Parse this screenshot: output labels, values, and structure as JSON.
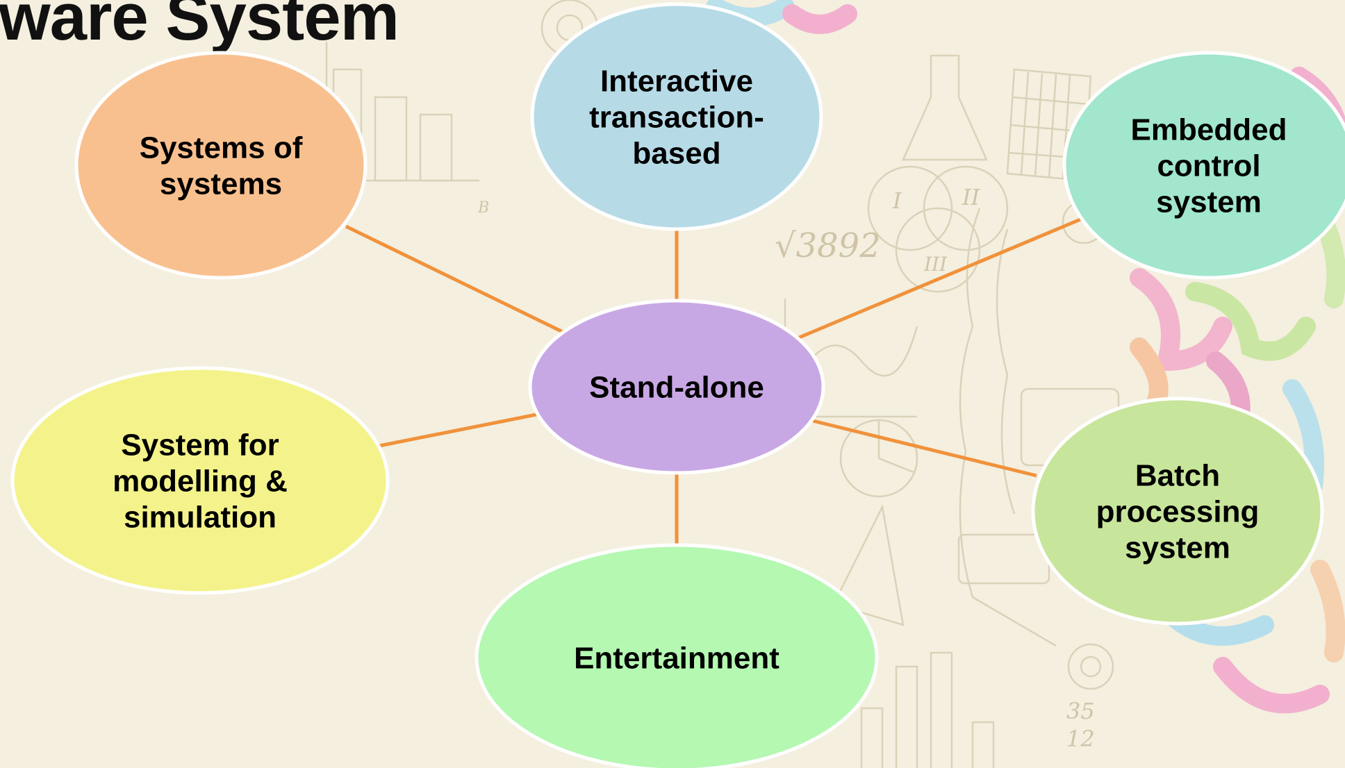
{
  "title": "ftware System",
  "colors": {
    "background": "#f4efdf",
    "edge": "#f0923c",
    "node_stroke": "#ffffff",
    "center": "#c8a8e4",
    "systems_of_systems": "#f9c08f",
    "interactive": "#b6dbe7",
    "embedded": "#a1e6cd",
    "modelling": "#f4f38b",
    "batch": "#c8e59c",
    "entertainment": "#b4f8b2"
  },
  "diagram": {
    "center": {
      "id": "standalone",
      "label": [
        "Stand-alone"
      ]
    },
    "nodes": [
      {
        "id": "systems-of-systems",
        "label": [
          "Systems of",
          "systems"
        ]
      },
      {
        "id": "interactive",
        "label": [
          "Interactive",
          "transaction-",
          "based"
        ]
      },
      {
        "id": "embedded",
        "label": [
          "Embedded",
          "control",
          "system"
        ]
      },
      {
        "id": "modelling",
        "label": [
          "System for",
          "modelling &",
          "simulation"
        ]
      },
      {
        "id": "batch",
        "label": [
          "Batch",
          "processing",
          "system"
        ]
      },
      {
        "id": "entertainment",
        "label": [
          "Entertainment"
        ]
      }
    ],
    "background_doodles": [
      "√3892",
      "I",
      "II",
      "III",
      "35",
      "12",
      "B"
    ]
  }
}
